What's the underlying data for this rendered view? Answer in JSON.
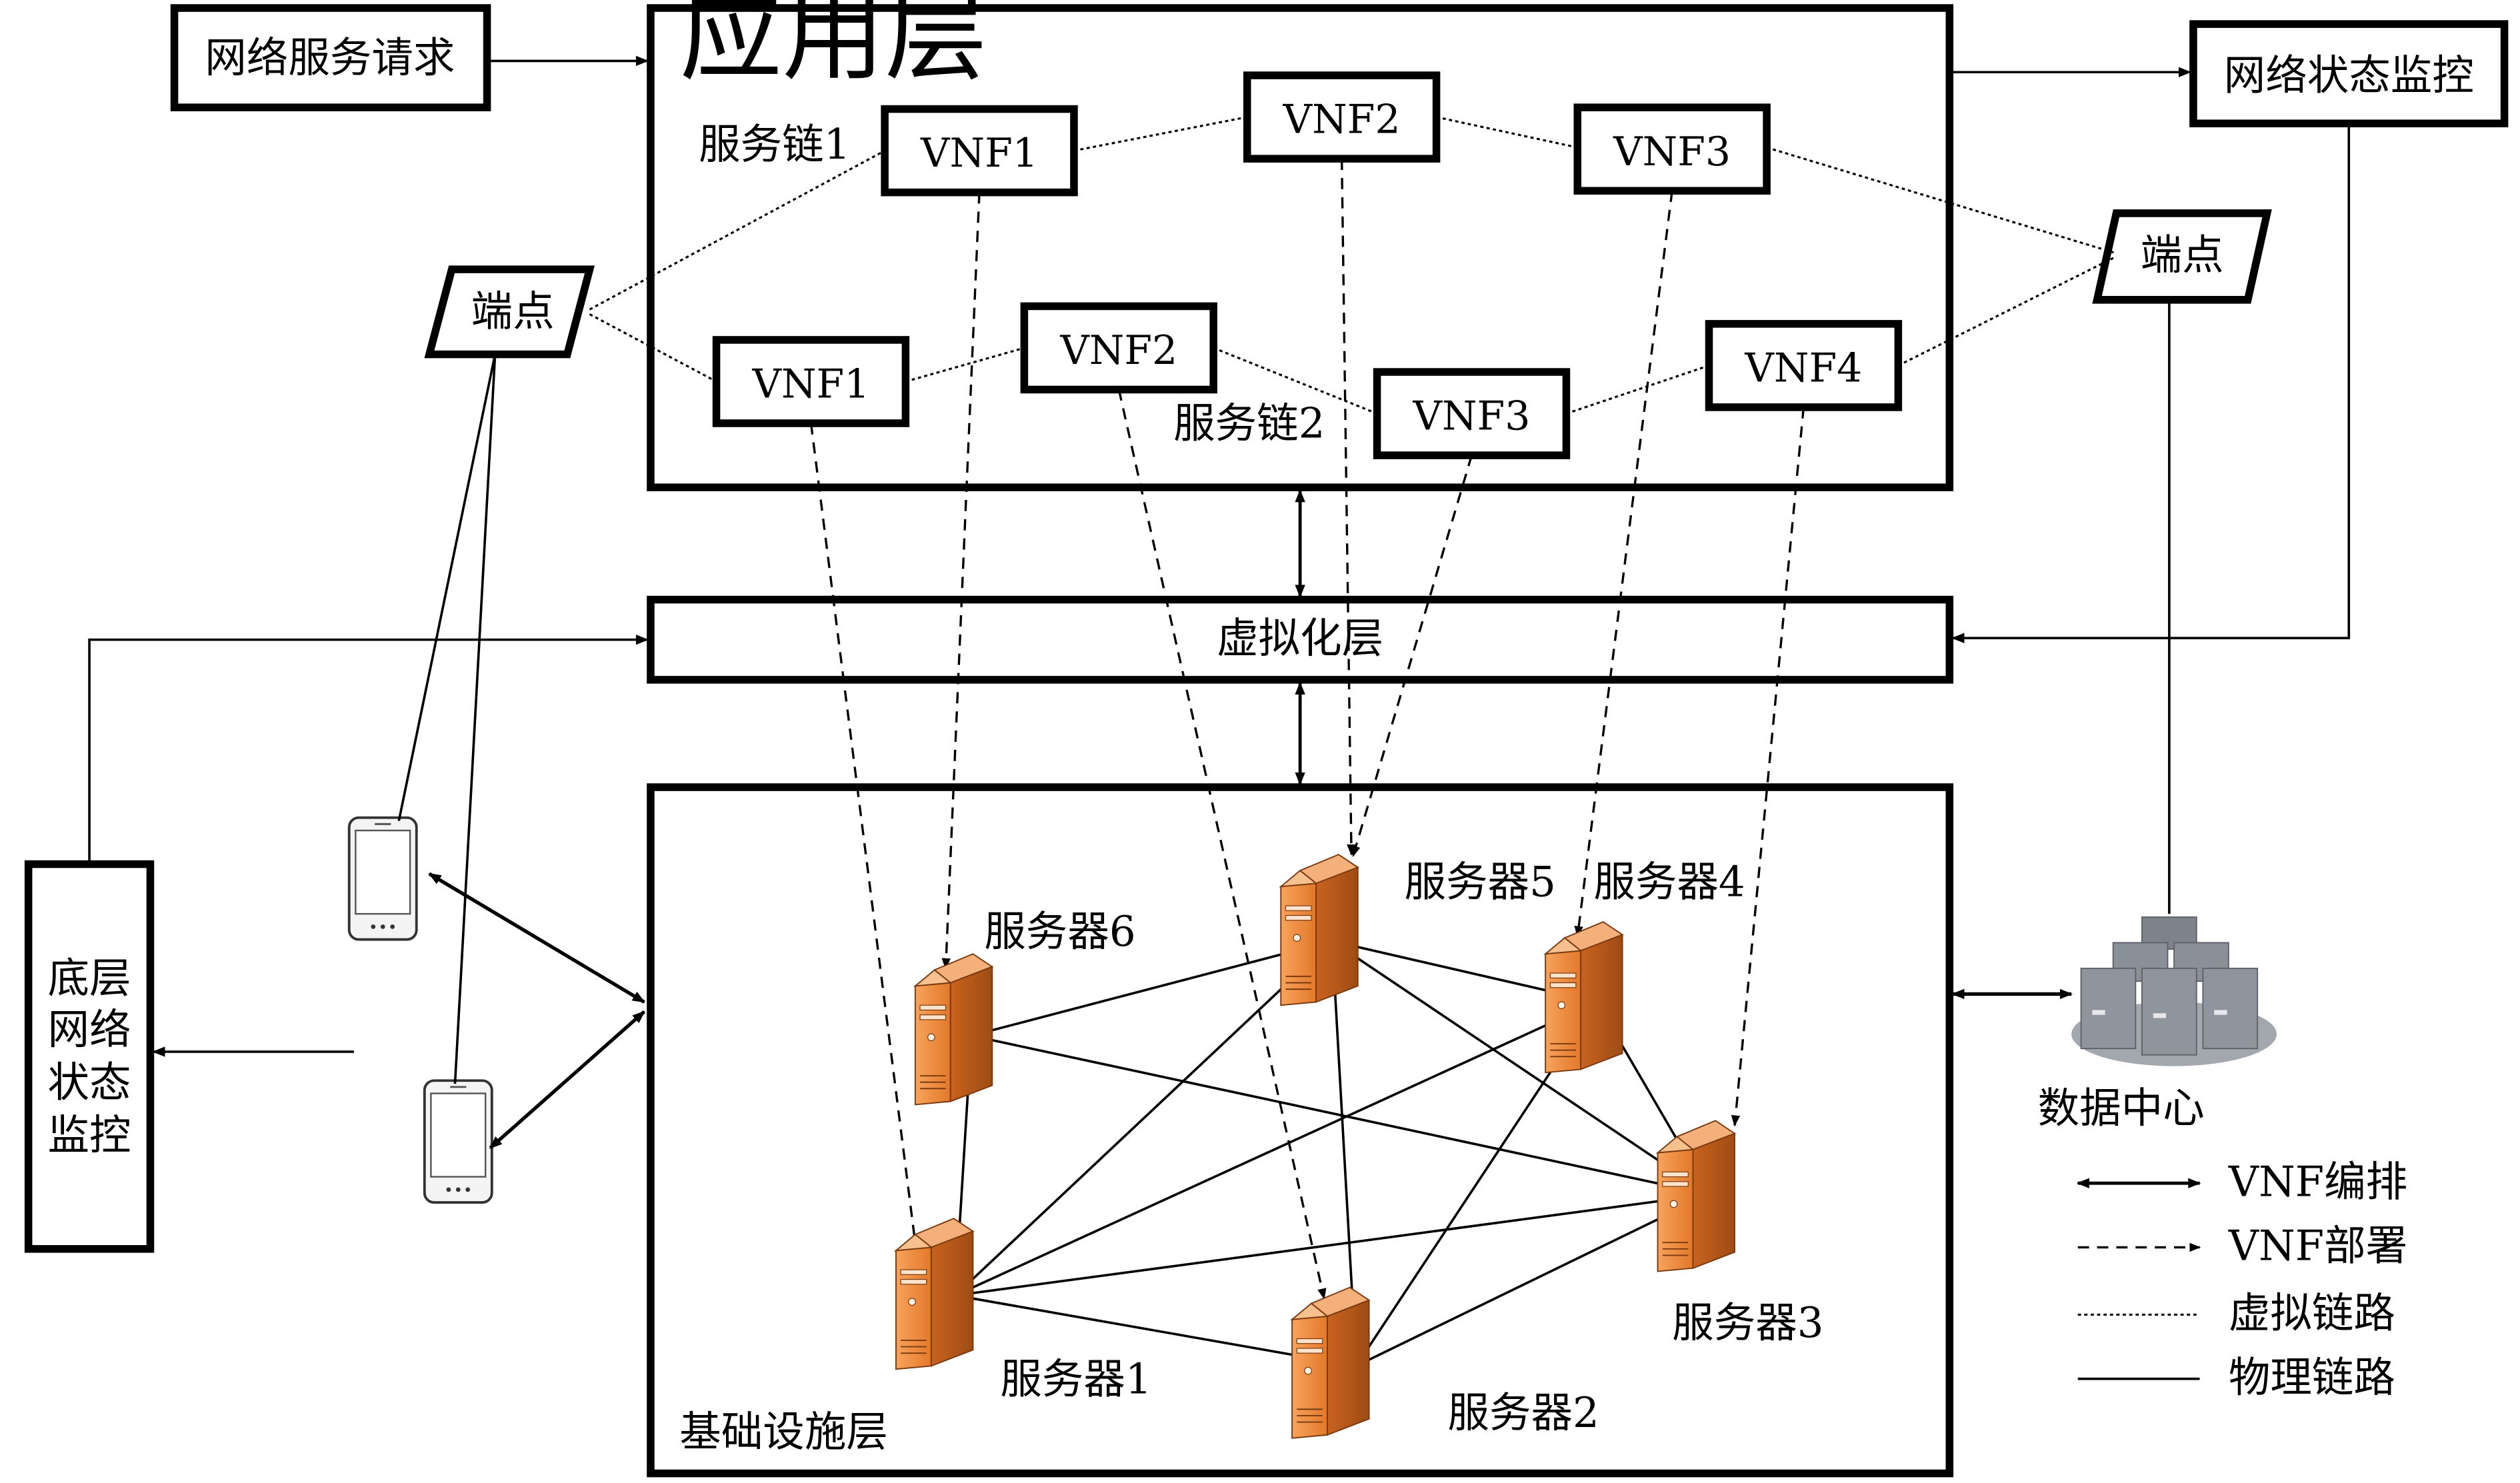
{
  "top_left": {
    "network_service_request": "网络服务请求"
  },
  "top_right": {
    "network_status_monitor": "网络状态监控"
  },
  "application_layer": {
    "title": "应用层",
    "chain1": {
      "label": "服务链1",
      "vnfs": [
        "VNF1",
        "VNF2",
        "VNF3"
      ]
    },
    "chain2": {
      "label": "服务链2",
      "vnfs": [
        "VNF1",
        "VNF2",
        "VNF3",
        "VNF4"
      ]
    }
  },
  "endpoints": {
    "left": "端点",
    "right": "端点"
  },
  "virtualization_layer": {
    "title": "虚拟化层"
  },
  "infrastructure_layer": {
    "title": "基础设施层",
    "servers": [
      "服务器1",
      "服务器2",
      "服务器3",
      "服务器4",
      "服务器5",
      "服务器6"
    ]
  },
  "left_panel": {
    "lines": [
      "底层",
      "网络",
      "状态",
      "监控"
    ]
  },
  "data_center": {
    "label": "数据中心"
  },
  "legend": {
    "items": [
      {
        "style": "double-arrow",
        "label": "VNF编排"
      },
      {
        "style": "dashed-arrow",
        "label": "VNF部署"
      },
      {
        "style": "dotted-line",
        "label": "虚拟链路"
      },
      {
        "style": "solid-line",
        "label": "物理链路"
      }
    ]
  },
  "colors": {
    "server_orange": "#f08a3c",
    "server_dark": "#b85a1c",
    "datacenter_gray": "#8a8f96"
  }
}
